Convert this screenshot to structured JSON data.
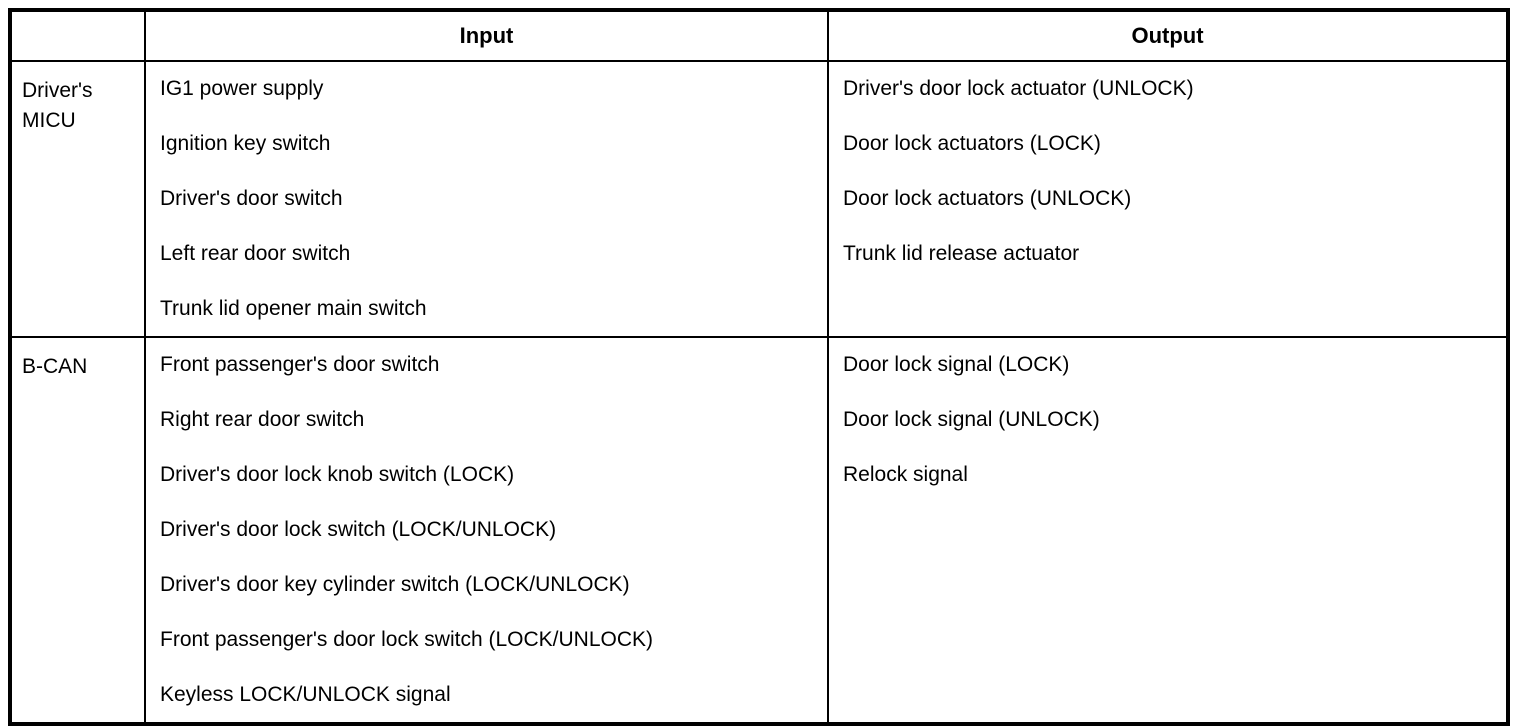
{
  "table": {
    "columns": {
      "category_header": "",
      "input_header": "Input",
      "output_header": "Output"
    },
    "rows": [
      {
        "category": "Driver's\nMICU",
        "inputs": [
          "IG1 power supply",
          "Ignition key switch",
          "Driver's door switch",
          "Left rear door switch",
          "Trunk lid opener main switch"
        ],
        "outputs": [
          "Driver's door lock actuator (UNLOCK)",
          "Door lock actuators (LOCK)",
          "Door lock actuators (UNLOCK)",
          "Trunk lid release actuator"
        ]
      },
      {
        "category": "B-CAN",
        "inputs": [
          "Front passenger's door switch",
          "Right rear door switch",
          "Driver's door lock knob switch (LOCK)",
          "Driver's door lock switch (LOCK/UNLOCK)",
          "Driver's door key cylinder switch (LOCK/UNLOCK)",
          "Front passenger's door lock switch (LOCK/UNLOCK)",
          "Keyless LOCK/UNLOCK signal"
        ],
        "outputs": [
          "Door lock signal (LOCK)",
          "Door lock signal (UNLOCK)",
          "Relock signal"
        ]
      }
    ]
  },
  "colors": {
    "border": "#000000",
    "text": "#000000",
    "background": "#ffffff"
  }
}
